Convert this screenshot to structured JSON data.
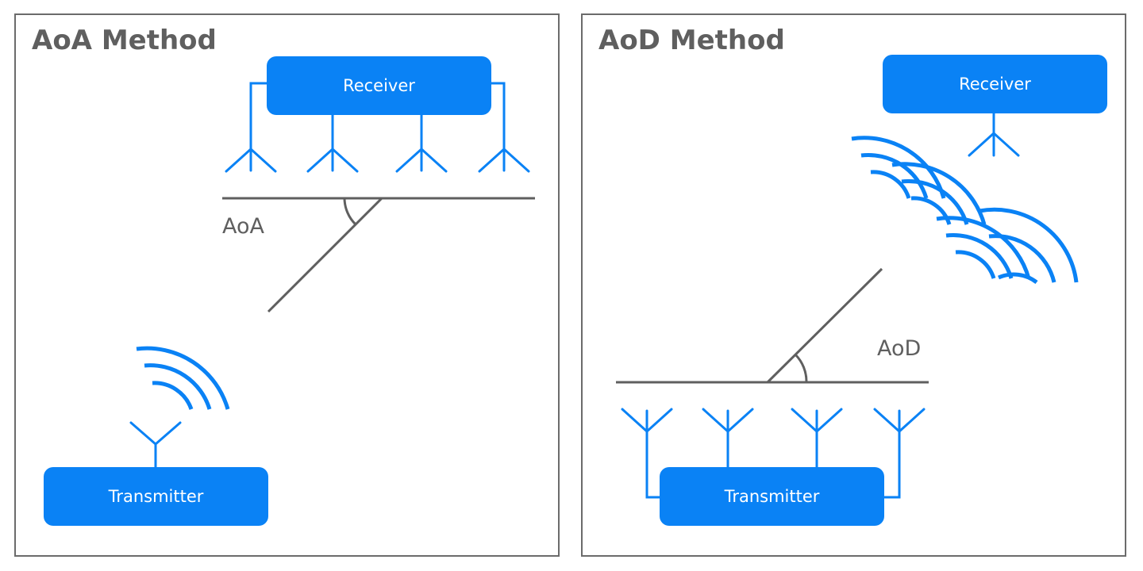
{
  "colors": {
    "accent": "#0a82f5",
    "line": "#5f5f5f",
    "border": "#6b6b6b"
  },
  "aoa": {
    "title": "AoA Method",
    "receiver_label": "Receiver",
    "transmitter_label": "Transmitter",
    "angle_label": "AoA"
  },
  "aod": {
    "title": "AoD Method",
    "receiver_label": "Receiver",
    "transmitter_label": "Transmitter",
    "angle_label": "AoD"
  }
}
